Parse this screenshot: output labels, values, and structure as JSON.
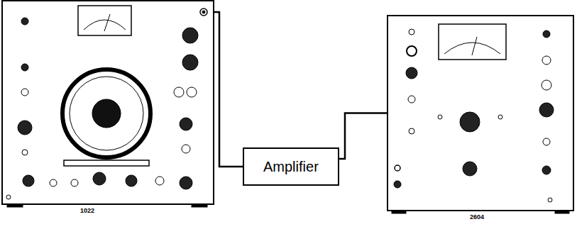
{
  "diagram": {
    "nodes": [
      {
        "text": [
          "1022"
        ]
      },
      {
        "text": [
          "Amplifier"
        ]
      },
      {
        "text": [
          "2604"
        ]
      }
    ],
    "edges": [
      {
        "from": 0,
        "to": 1,
        "arrow": "none"
      },
      {
        "from": 1,
        "to": 2,
        "arrow": "none"
      }
    ]
  }
}
